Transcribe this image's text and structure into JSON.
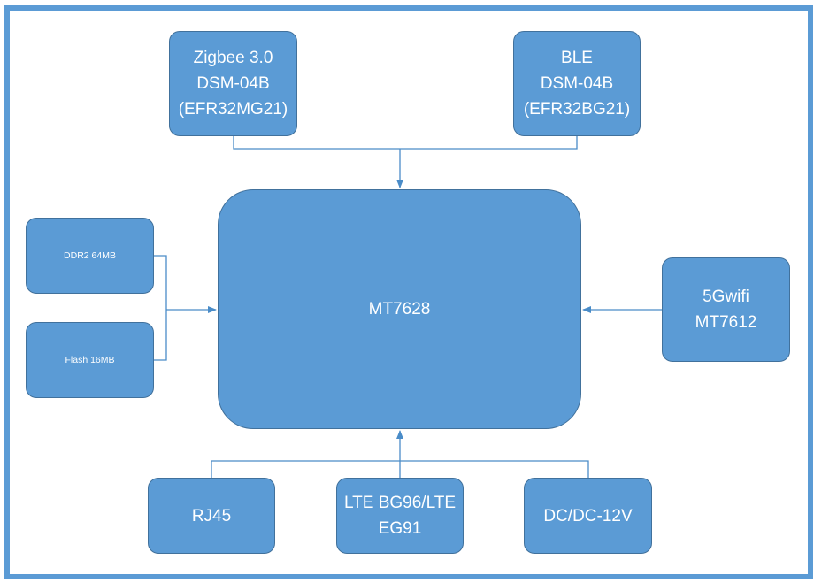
{
  "blocks": {
    "zigbee": [
      "Zigbee 3.0",
      "DSM-04B",
      "(EFR32MG21)"
    ],
    "ble": [
      "BLE",
      "DSM-04B",
      "(EFR32BG21)"
    ],
    "core": [
      "MT7628"
    ],
    "ddr": [
      "DDR2 64MB"
    ],
    "flash": [
      "Flash 16MB"
    ],
    "wifi": [
      "5Gwifi",
      "MT7612"
    ],
    "rj45": [
      "RJ45"
    ],
    "lte": [
      "LTE BG96/LTE",
      "EG91"
    ],
    "dcdc": [
      "DC/DC-12V"
    ]
  },
  "colors": {
    "block_fill": "#5b9bd5",
    "block_border": "#41719c",
    "frame": "#5b9bd5",
    "connector": "#4a8cc8",
    "text": "#ffffff"
  }
}
